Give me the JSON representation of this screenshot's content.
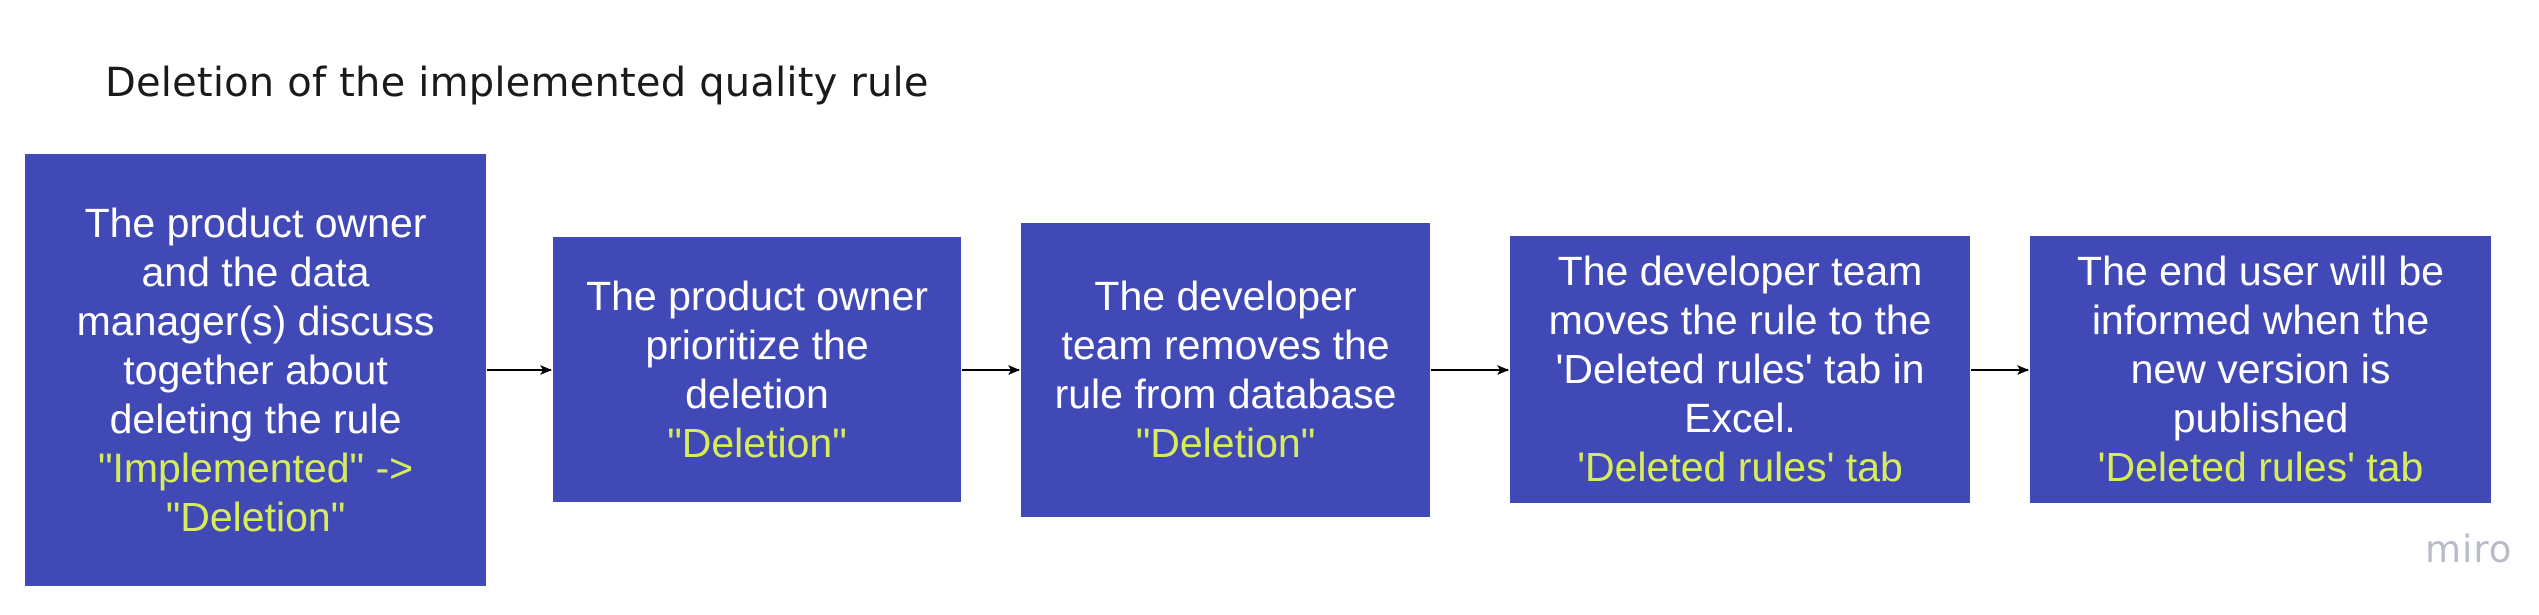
{
  "title": "Deletion of the implemented quality rule",
  "steps": [
    {
      "lines": [
        "The product owner",
        "and the data",
        "manager(s) discuss",
        "together about",
        "deleting the rule"
      ],
      "highlight": [
        "\"Implemented\" ->",
        "\"Deletion\""
      ]
    },
    {
      "lines": [
        "The product owner",
        "prioritize the",
        "deletion"
      ],
      "highlight": [
        "\"Deletion\""
      ]
    },
    {
      "lines": [
        "The developer",
        "team removes the",
        "rule from database"
      ],
      "highlight": [
        "\"Deletion\""
      ]
    },
    {
      "lines": [
        "The developer team",
        "moves the rule to the",
        "'Deleted rules' tab in",
        "Excel."
      ],
      "highlight": [
        "'Deleted rules' tab"
      ]
    },
    {
      "lines": [
        "The end user will be",
        "informed when the",
        "new version is",
        "published"
      ],
      "highlight": [
        "'Deleted rules' tab"
      ]
    }
  ],
  "brand": "miro",
  "colors": {
    "box_fill": "#4149b6",
    "text": "#ffffff",
    "highlight": "#d6ec5a",
    "arrow": "#000000"
  }
}
